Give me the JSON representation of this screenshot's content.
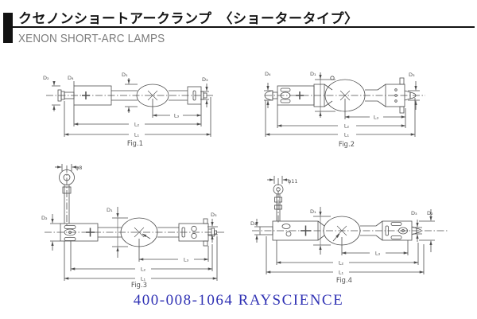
{
  "header": {
    "title": "クセノンショートアークランプ　〈ショータータイプ〉",
    "subtitle": "XENON SHORT-ARC LAMPS"
  },
  "figs": {
    "fig1": {
      "caption": "Fig.1",
      "d1": "D₁",
      "d2": "D₂",
      "d3": "D₃",
      "d4": "D₄",
      "l1": "L₁",
      "l2": "L₂",
      "l3": "L₃"
    },
    "fig2": {
      "caption": "Fig.2",
      "d1": "D₁",
      "d3": "D₃",
      "d4": "D₄",
      "l1": "L₁",
      "l2": "L₂",
      "l3": "L₃"
    },
    "fig3": {
      "caption": "Fig.3",
      "phi": "φ8",
      "d1": "D₁",
      "d2": "D₂",
      "d3": "D₃",
      "l1": "L₁",
      "l2": "L₂",
      "l3": "L₃"
    },
    "fig4": {
      "caption": "Fig.4",
      "phi": "φ11",
      "d1": "D₁",
      "d2": "D₂",
      "d3": "D₃",
      "d4": "D₄",
      "l1": "L₁",
      "l2": "L₂",
      "l3": "L₃"
    }
  },
  "footer": {
    "text": "400-008-1064 RAYSCIENCE"
  },
  "colors": {
    "line": "#4f4f4f",
    "heading": "#121212",
    "subtitle_gray": "#7b7b7b",
    "footer_blue": "#3032b4"
  }
}
